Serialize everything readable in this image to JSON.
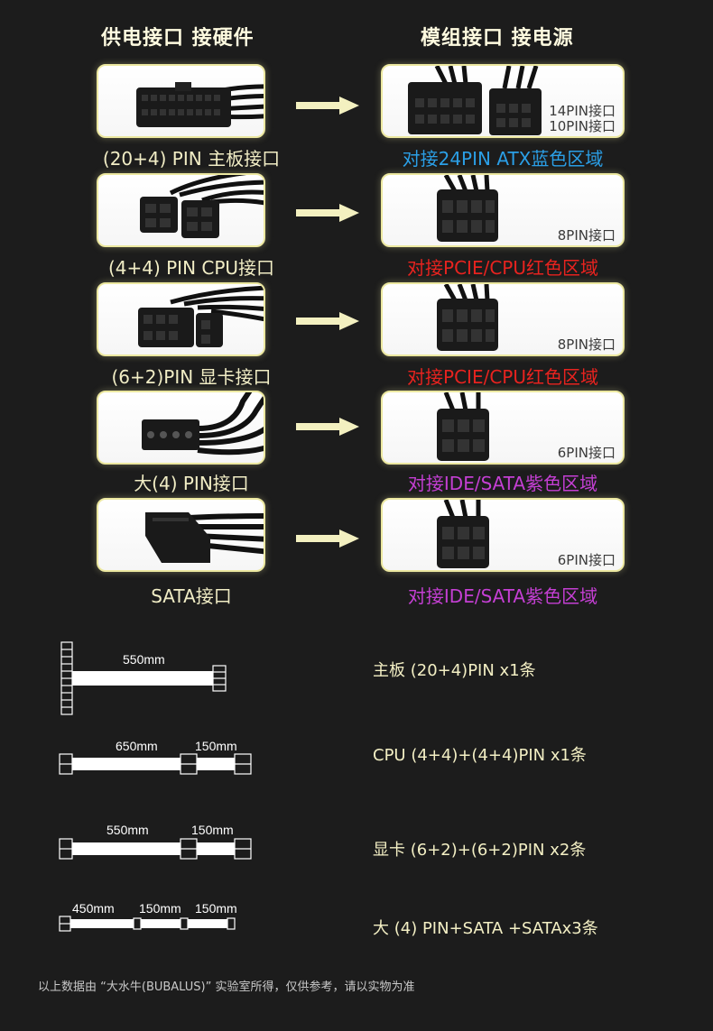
{
  "headers": {
    "left": "供电接口 接硬件",
    "right": "模组接口 接电源"
  },
  "rows": [
    {
      "left_caption": "(20+4) PIN 主板接口",
      "right_labels": [
        "14PIN接口",
        "10PIN接口"
      ],
      "right_caption": "对接24PIN ATX蓝色区域",
      "right_color": "#2b9fe6"
    },
    {
      "left_caption": "(4+4) PIN CPU接口",
      "right_labels": [
        "8PIN接口"
      ],
      "right_caption": "对接PCIE/CPU红色区域",
      "right_color": "#e8231f"
    },
    {
      "left_caption": "(6+2)PIN 显卡接口",
      "right_labels": [
        "8PIN接口"
      ],
      "right_caption": "对接PCIE/CPU红色区域",
      "right_color": "#e8231f"
    },
    {
      "left_caption": "大(4) PIN接口",
      "right_labels": [
        "6PIN接口"
      ],
      "right_caption": "对接IDE/SATA紫色区域",
      "right_color": "#c43fd3"
    },
    {
      "left_caption": "SATA接口",
      "right_labels": [
        "6PIN接口"
      ],
      "right_caption": "对接IDE/SATA紫色区域",
      "right_color": "#c43fd3"
    }
  ],
  "cables": [
    {
      "lengths": [
        "550mm"
      ],
      "spec": "主板 (20+4)PIN x1条"
    },
    {
      "lengths": [
        "650mm",
        "150mm"
      ],
      "spec": "CPU (4+4)+(4+4)PIN x1条"
    },
    {
      "lengths": [
        "550mm",
        "150mm"
      ],
      "spec": "显卡 (6+2)+(6+2)PIN x2条"
    },
    {
      "lengths": [
        "450mm",
        "150mm",
        "150mm"
      ],
      "spec": "大 (4) PIN+SATA +SATAx3条"
    }
  ],
  "footer": "以上数据由 “大水牛(BUBALUS)” 实验室所得，仅供参考，请以实物为准",
  "colors": {
    "background": "#1c1c1c",
    "card_border": "#ece8a0",
    "arrow": "#f3f0c0",
    "text": "#f3efc4"
  }
}
